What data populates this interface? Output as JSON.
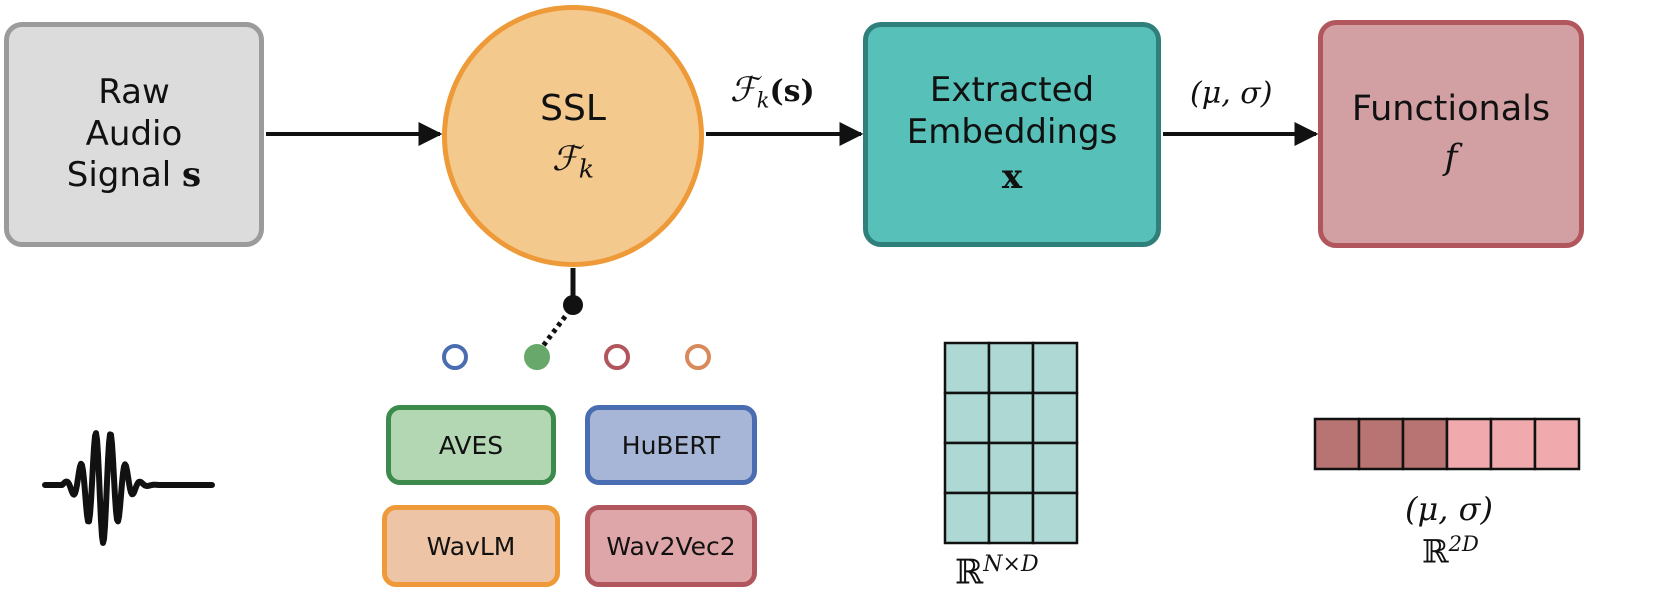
{
  "blocks": {
    "raw": {
      "line1": "Raw",
      "line2": "Audio",
      "line3": "Signal",
      "symbol": "s"
    },
    "ssl": {
      "title": "SSL",
      "symbol": "ℱ",
      "subscript": "k"
    },
    "embeddings": {
      "line1": "Extracted",
      "line2": "Embeddings",
      "symbol": "x"
    },
    "functionals": {
      "title": "Functionals",
      "symbol": "f"
    }
  },
  "edges": {
    "ssl_out": {
      "symbol": "ℱ",
      "subscript": "k",
      "arg": "(s)"
    },
    "emb_out": "(μ, σ)"
  },
  "models": {
    "aves": "AVES",
    "hubert": "HuBERT",
    "wavlm": "WavLM",
    "wav2vec2": "Wav2Vec2"
  },
  "selector": {
    "options": [
      {
        "color": "#4a6db1",
        "filled": false
      },
      {
        "color": "#69a86b",
        "filled": true
      },
      {
        "color": "#b0565c",
        "filled": false
      },
      {
        "color": "#d98a5a",
        "filled": false
      }
    ]
  },
  "matrix": {
    "rows": 4,
    "cols": 3,
    "fill": "#add8d3",
    "caption_base": "ℝ",
    "caption_sup": "N×D"
  },
  "vector": {
    "cells": [
      "#b87373",
      "#b87373",
      "#b87373",
      "#f0aaad",
      "#f0aaad",
      "#f0aaad"
    ],
    "label": "(μ, σ)",
    "caption_base": "ℝ",
    "caption_sup": "2D"
  },
  "icons": [
    "waveform-icon"
  ]
}
